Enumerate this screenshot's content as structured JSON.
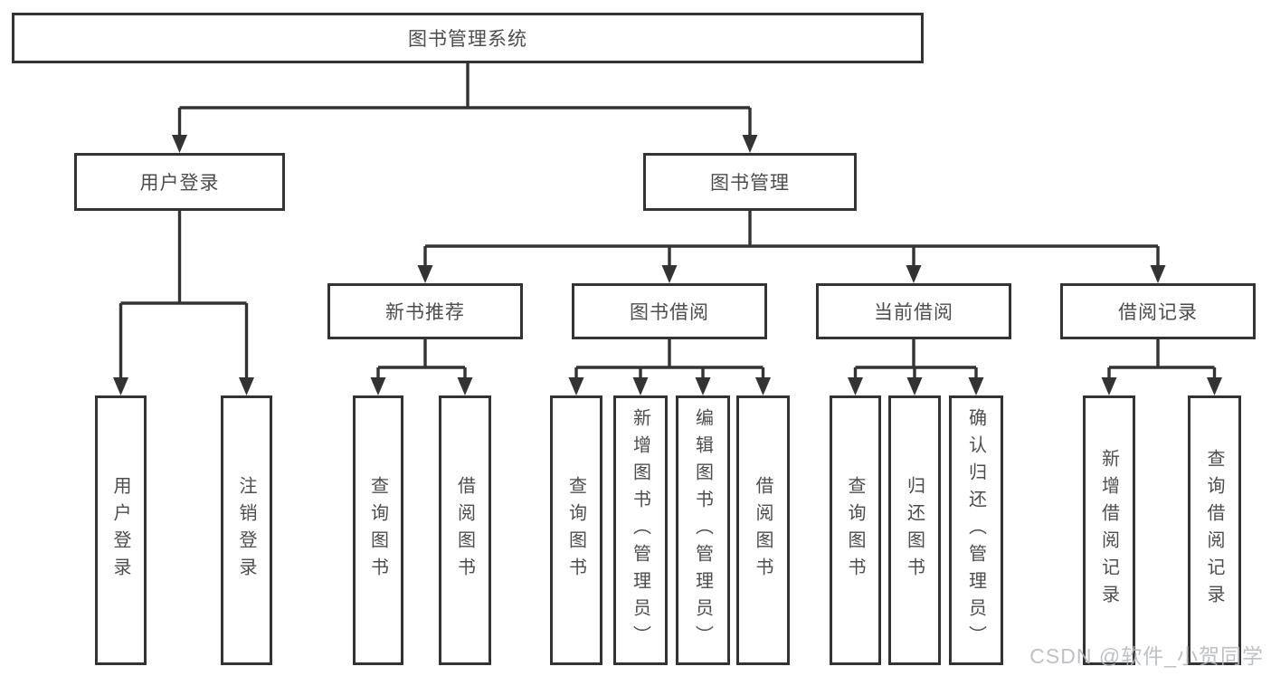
{
  "diagram_title": "图书管理系统",
  "colors": {
    "line": "#333333",
    "text": "#4d4d4d",
    "background": "#ffffff",
    "watermark": "#b4b8bc"
  },
  "nodes": {
    "root": {
      "label": "图书管理系统"
    },
    "userLogin": {
      "label": "用户登录"
    },
    "bookManagement": {
      "label": "图书管理"
    },
    "newBookRecommend": {
      "label": "新书推荐"
    },
    "bookBorrow": {
      "label": "图书借阅"
    },
    "currentBorrow": {
      "label": "当前借阅"
    },
    "borrowRecords": {
      "label": "借阅记录"
    },
    "leafUserLogin": {
      "label": "用户登录"
    },
    "leafLogout": {
      "label": "注销登录"
    },
    "leafQueryBooks1": {
      "label": "查询图书"
    },
    "leafBorrowBooks1": {
      "label": "借阅图书"
    },
    "leafQueryBooks2": {
      "label": "查询图书"
    },
    "leafAddBooksAdmin": {
      "label": "新增图书（管理员）"
    },
    "leafEditBooksAdmin": {
      "label": "编辑图书（管理员）"
    },
    "leafBorrowBooks2": {
      "label": "借阅图书"
    },
    "leafQueryBooks3": {
      "label": "查询图书"
    },
    "leafReturnBooks": {
      "label": "归还图书"
    },
    "leafConfirmReturnAdmin": {
      "label": "确认归还（管理员）"
    },
    "leafAddBorrowRecord": {
      "label": "新增借阅记录"
    },
    "leafQueryBorrowRecord": {
      "label": "查询借阅记录"
    }
  },
  "hierarchy": {
    "root": "图书管理系统",
    "children": [
      {
        "label": "用户登录",
        "children": [
          "用户登录",
          "注销登录"
        ]
      },
      {
        "label": "图书管理",
        "children": [
          {
            "label": "新书推荐",
            "children": [
              "查询图书",
              "借阅图书"
            ]
          },
          {
            "label": "图书借阅",
            "children": [
              "查询图书",
              "新增图书（管理员）",
              "编辑图书（管理员）",
              "借阅图书"
            ]
          },
          {
            "label": "当前借阅",
            "children": [
              "查询图书",
              "归还图书",
              "确认归还（管理员）"
            ]
          },
          {
            "label": "借阅记录",
            "children": [
              "新增借阅记录",
              "查询借阅记录"
            ]
          }
        ]
      }
    ]
  },
  "watermark": {
    "text": "CSDN @软件_小贺同学"
  }
}
